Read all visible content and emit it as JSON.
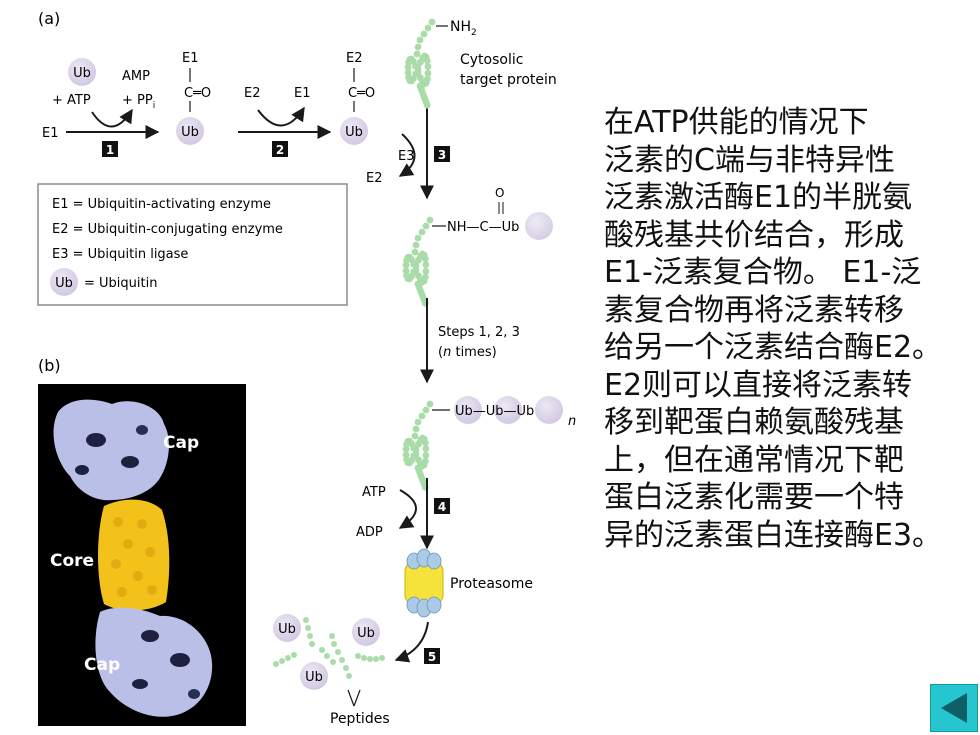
{
  "panel_a": {
    "label": "(a)",
    "ub": "Ub",
    "amp": "AMP",
    "ppi_main": "+ PP",
    "ppi_sub": "i",
    "plus_atp": "+ ATP",
    "e1": "E1",
    "e2": "E2",
    "e3": "E3",
    "c_eq_o": "C═O",
    "nh2_main": "NH",
    "nh2_sub": "2",
    "target_line1": "Cytosolic",
    "target_line2": "target protein",
    "o_atom": "O",
    "nh_c_ub": "NH—C—Ub",
    "steps_line1": "Steps 1, 2, 3",
    "steps_line2_n": "n",
    "steps_line2_rest": "times)",
    "steps_line2_open": "(",
    "poly_ub": "Ub—Ub—Ub",
    "poly_n": "n",
    "atp": "ATP",
    "adp": "ADP",
    "proteasome": "Proteasome",
    "peptides": "Peptides",
    "step_numbers": [
      "1",
      "2",
      "3",
      "4",
      "5"
    ]
  },
  "legend": {
    "items": [
      "E1 = Ubiquitin-activating enzyme",
      "E2 = Ubiquitin-conjugating enzyme",
      "E3 = Ubiquitin ligase",
      "= Ubiquitin"
    ],
    "ub": "Ub"
  },
  "panel_b": {
    "label": "(b)",
    "cap_top": "Cap",
    "core": "Core",
    "cap_bottom": "Cap"
  },
  "description": {
    "lines": [
      "在ATP供能的情况下",
      "泛素的C端与非特异性",
      "泛素激活酶E1的半胱氨",
      "酸残基共价结合，形成",
      "E1-泛素复合物。 E1-泛",
      "素复合物再将泛素转移",
      "给另一个泛素结合酶E2。",
      "E2则可以直接将泛素转",
      "移到靶蛋白赖氨酸残基",
      "上，但在通常情况下靶",
      "蛋白泛素化需要一个特",
      "异的泛素蛋白连接酶E3。"
    ]
  },
  "colors": {
    "ub_circle": "#d8d2e6",
    "protein_bead": "#a9dca9",
    "proteasome_cap": "#a9cbe6",
    "proteasome_core": "#f5e23a",
    "model_cap": "#b9bfe6",
    "model_core": "#f2c21a",
    "back_button": "#26c6d0"
  },
  "nav": {
    "back_icon": "triangle-left-icon"
  }
}
